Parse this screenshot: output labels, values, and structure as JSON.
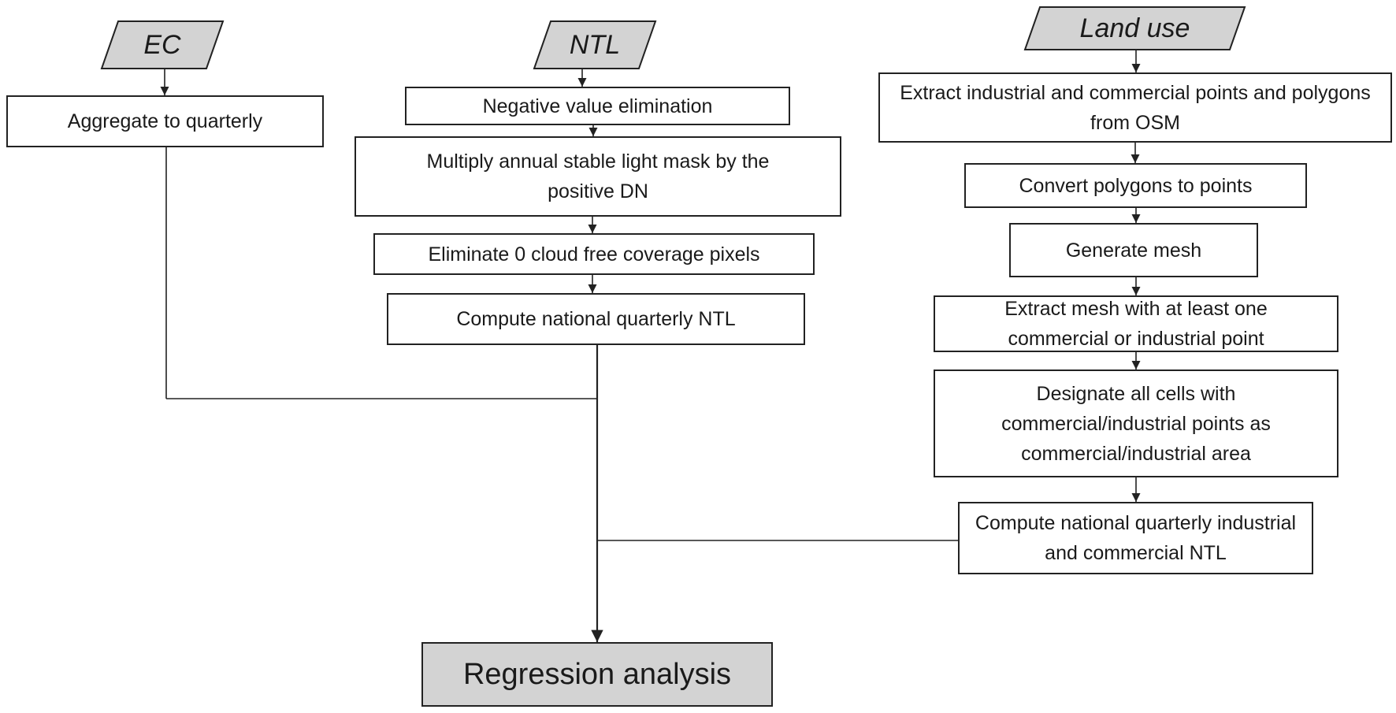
{
  "inputs": {
    "ec": "EC",
    "ntl": "NTL",
    "land_use": "Land use"
  },
  "ec_steps": {
    "aggregate": "Aggregate to quarterly"
  },
  "ntl_steps": {
    "negative": "Negative value elimination",
    "multiply": "Multiply annual stable light mask by the positive DN",
    "eliminate": "Eliminate 0 cloud free coverage pixels",
    "compute": "Compute national quarterly NTL"
  },
  "land_steps": {
    "extract_osm": "Extract industrial and commercial points and polygons from OSM",
    "convert": "Convert polygons to points",
    "mesh": "Generate mesh",
    "extract_mesh": "Extract mesh with at least one commercial or industrial point",
    "designate": "Designate all cells with commercial/industrial points as commercial/industrial area",
    "compute": "Compute national quarterly industrial and commercial NTL"
  },
  "output": {
    "regression": "Regression analysis"
  },
  "colors": {
    "input_fill": "#d3d3d3",
    "output_fill": "#d3d3d3",
    "stroke": "#222222"
  }
}
